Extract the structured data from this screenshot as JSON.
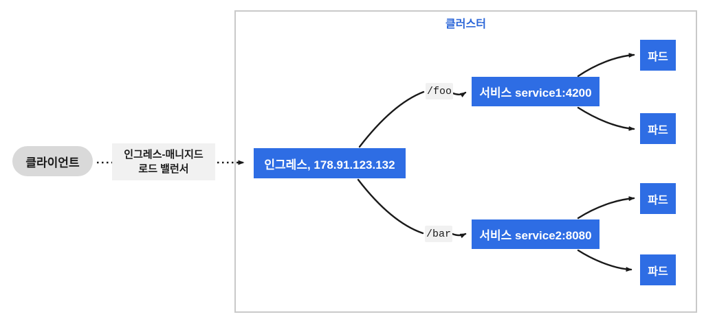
{
  "diagram": {
    "cluster_label": "클러스터",
    "client": {
      "label": "클라이언트"
    },
    "load_balancer_label": {
      "line1": "인그레스-매니지드",
      "line2": "로드 밸런서"
    },
    "ingress": {
      "label": "인그레스, 178.91.123.132"
    },
    "routes": {
      "foo": "/foo",
      "bar": "/bar"
    },
    "services": [
      {
        "label": "서비스 service1:4200"
      },
      {
        "label": "서비스 service2:8080"
      }
    ],
    "pods": [
      {
        "label": "파드"
      },
      {
        "label": "파드"
      },
      {
        "label": "파드"
      },
      {
        "label": "파드"
      }
    ],
    "colors": {
      "box_blue": "#2e6de4",
      "box_text": "#ffffff",
      "cluster_border": "#c9c9c9",
      "cluster_label_blue": "#2b66d8",
      "client_fill": "#d9d9d9",
      "label_bg": "#f1f1f1",
      "arrow": "#1a1a1a"
    }
  }
}
